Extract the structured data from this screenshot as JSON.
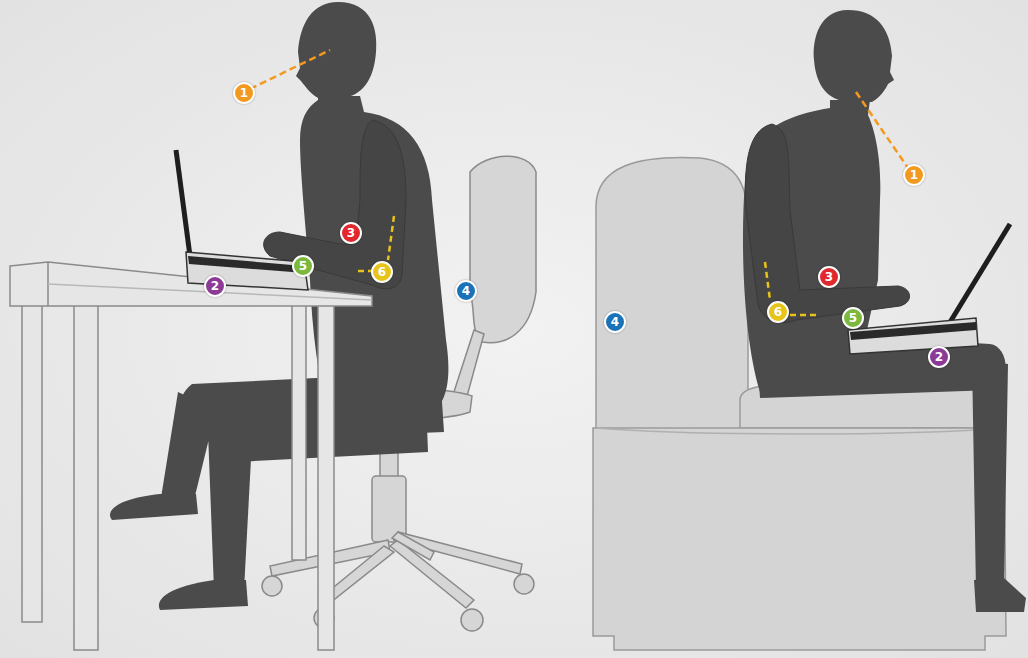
{
  "diagram": {
    "nodes": [
      {
        "text": [
          "1"
        ]
      },
      {
        "text": [
          "2"
        ]
      },
      {
        "text": [
          "3"
        ]
      },
      {
        "text": [
          "4"
        ]
      },
      {
        "text": [
          "5"
        ]
      },
      {
        "text": [
          "6"
        ]
      },
      {
        "text": [
          "1"
        ]
      },
      {
        "text": [
          "2"
        ]
      },
      {
        "text": [
          "3"
        ]
      },
      {
        "text": [
          "4"
        ]
      },
      {
        "text": [
          "5"
        ]
      },
      {
        "text": [
          "6"
        ]
      }
    ]
  }
}
